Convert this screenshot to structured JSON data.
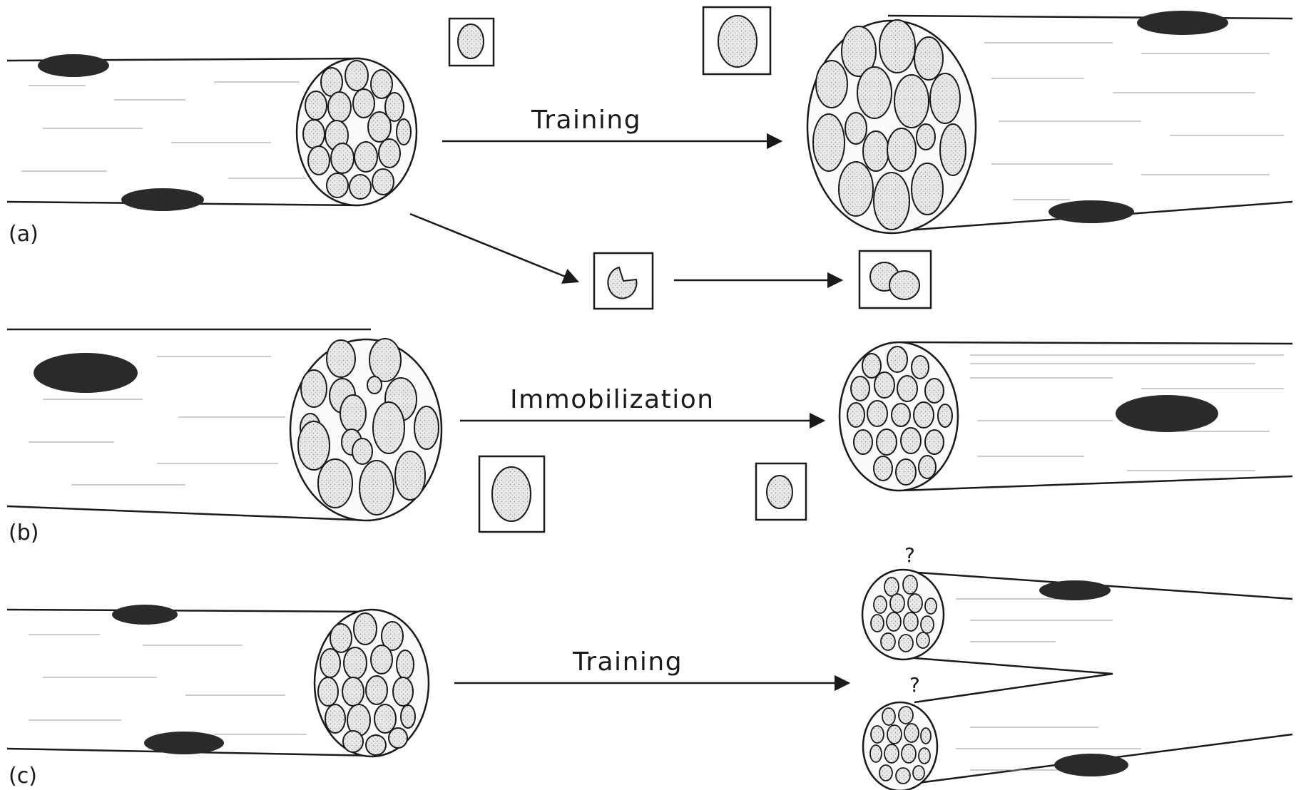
{
  "labels": {
    "a": "(a)",
    "b": "(b)",
    "c": "(c)",
    "arrow_a": "Training",
    "arrow_b": "Immobilization",
    "arrow_c": "Training",
    "q1": "?",
    "q2": "?"
  },
  "colors": {
    "ink": "#1a1a1a",
    "nucleus": "#2a2a2a",
    "myofibril_fill": "#e3e3e3",
    "background": "#ffffff"
  }
}
